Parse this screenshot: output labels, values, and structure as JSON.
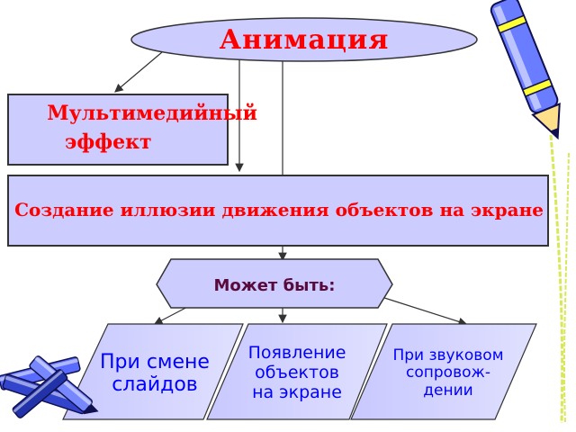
{
  "title": "Анимация",
  "multimedia": {
    "line1": "Мультимедийный",
    "line2": "эффект"
  },
  "definition": "Создание иллюзии движения объектов на экране",
  "maybe": "Может быть:",
  "options": [
    {
      "lines": [
        "При смене",
        "слайдов"
      ]
    },
    {
      "lines": [
        "Появление",
        "объектов",
        "на экране"
      ]
    },
    {
      "lines": [
        "При звуковом",
        "сопровож-",
        "дении"
      ]
    }
  ],
  "colors": {
    "box_fill": "#ccccff",
    "title_text": "#ff0000",
    "option_text": "#0000ff",
    "maybe_text": "#5a0a3a"
  },
  "icons": [
    "pen-icon",
    "pencils-icon"
  ]
}
